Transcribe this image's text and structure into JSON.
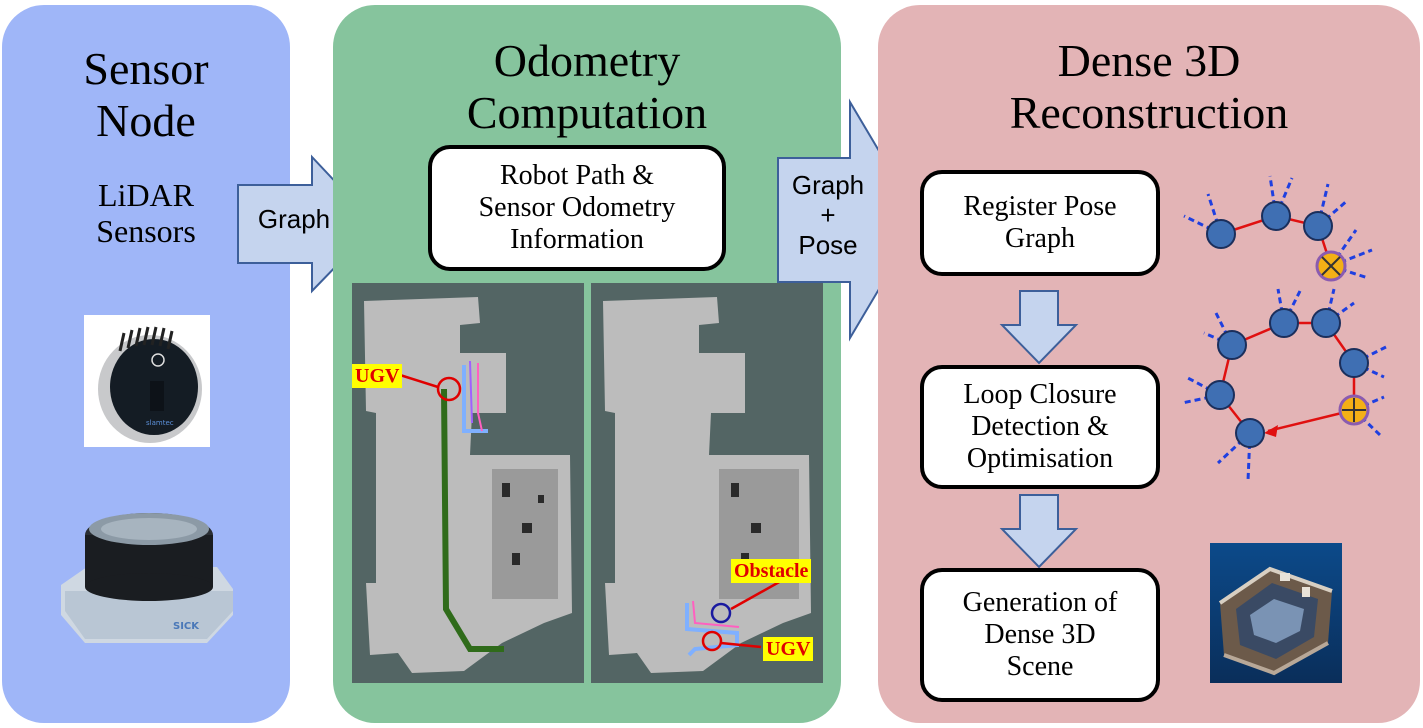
{
  "sensor_node": {
    "title": [
      "Sensor",
      "Node"
    ],
    "subtitle": [
      "LiDAR",
      "Sensors"
    ],
    "sensors": [
      "lidar-sensor-1",
      "lidar-sensor-2"
    ]
  },
  "arrow_1": {
    "label": "Graph"
  },
  "odometry": {
    "title": [
      "Odometry",
      "Computation"
    ],
    "box": [
      "Robot Path &",
      "Sensor Odometry",
      "Information"
    ],
    "map_labels": {
      "ugv_left": "UGV",
      "obstacle": "Obstacle",
      "ugv_right": "UGV"
    }
  },
  "arrow_2": {
    "label": [
      "Graph",
      "+",
      "Pose"
    ]
  },
  "reconstruction": {
    "title": [
      "Dense 3D",
      "Reconstruction"
    ],
    "steps": [
      [
        "Register Pose",
        "Graph"
      ],
      [
        "Loop Closure",
        "Detection &",
        "Optimisation"
      ],
      [
        "Generation of",
        "Dense 3D",
        "Scene"
      ]
    ]
  },
  "colors": {
    "sensor_panel": "#9fb6f8",
    "odometry_panel": "#86c49d",
    "reconstruction_panel": "#e3b4b6",
    "arrow_fill": "#c5d4ee",
    "node_fill": "#3f6fb3",
    "edge": "#e01010",
    "dashes": "#1f3fe0"
  }
}
